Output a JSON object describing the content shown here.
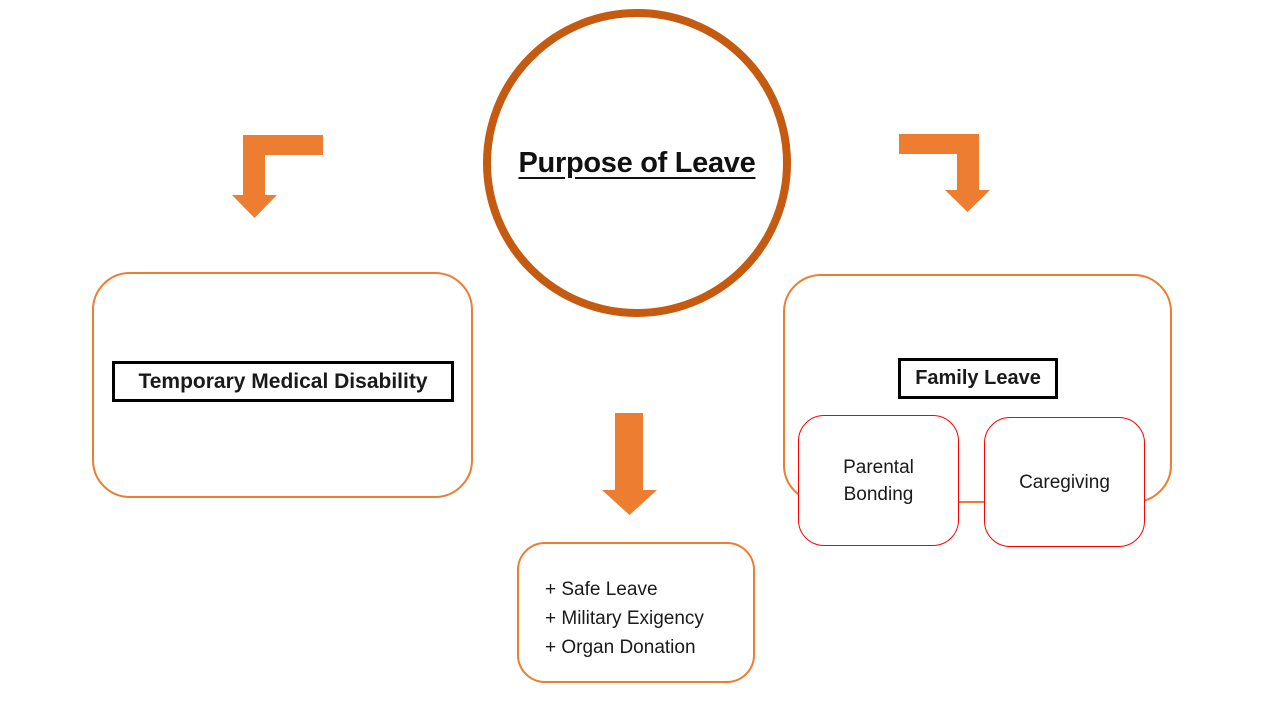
{
  "colors": {
    "circle_border": "#C55A11",
    "arrow": "#ED7D31",
    "branch_border": "#ED7D31",
    "sub_border": "#FF0000",
    "label_border": "#000000",
    "text": "#1A1A1A",
    "background": "#FFFFFF"
  },
  "diagram": {
    "title": "Purpose of Leave",
    "left_branch": {
      "label": "Temporary Medical Disability"
    },
    "right_branch": {
      "label": "Family Leave",
      "children": [
        {
          "label": "Parental Bonding"
        },
        {
          "label": "Caregiving"
        }
      ]
    },
    "bottom_branch": {
      "items": [
        "+ Safe Leave",
        "+ Military Exigency",
        "+ Organ Donation"
      ]
    }
  }
}
